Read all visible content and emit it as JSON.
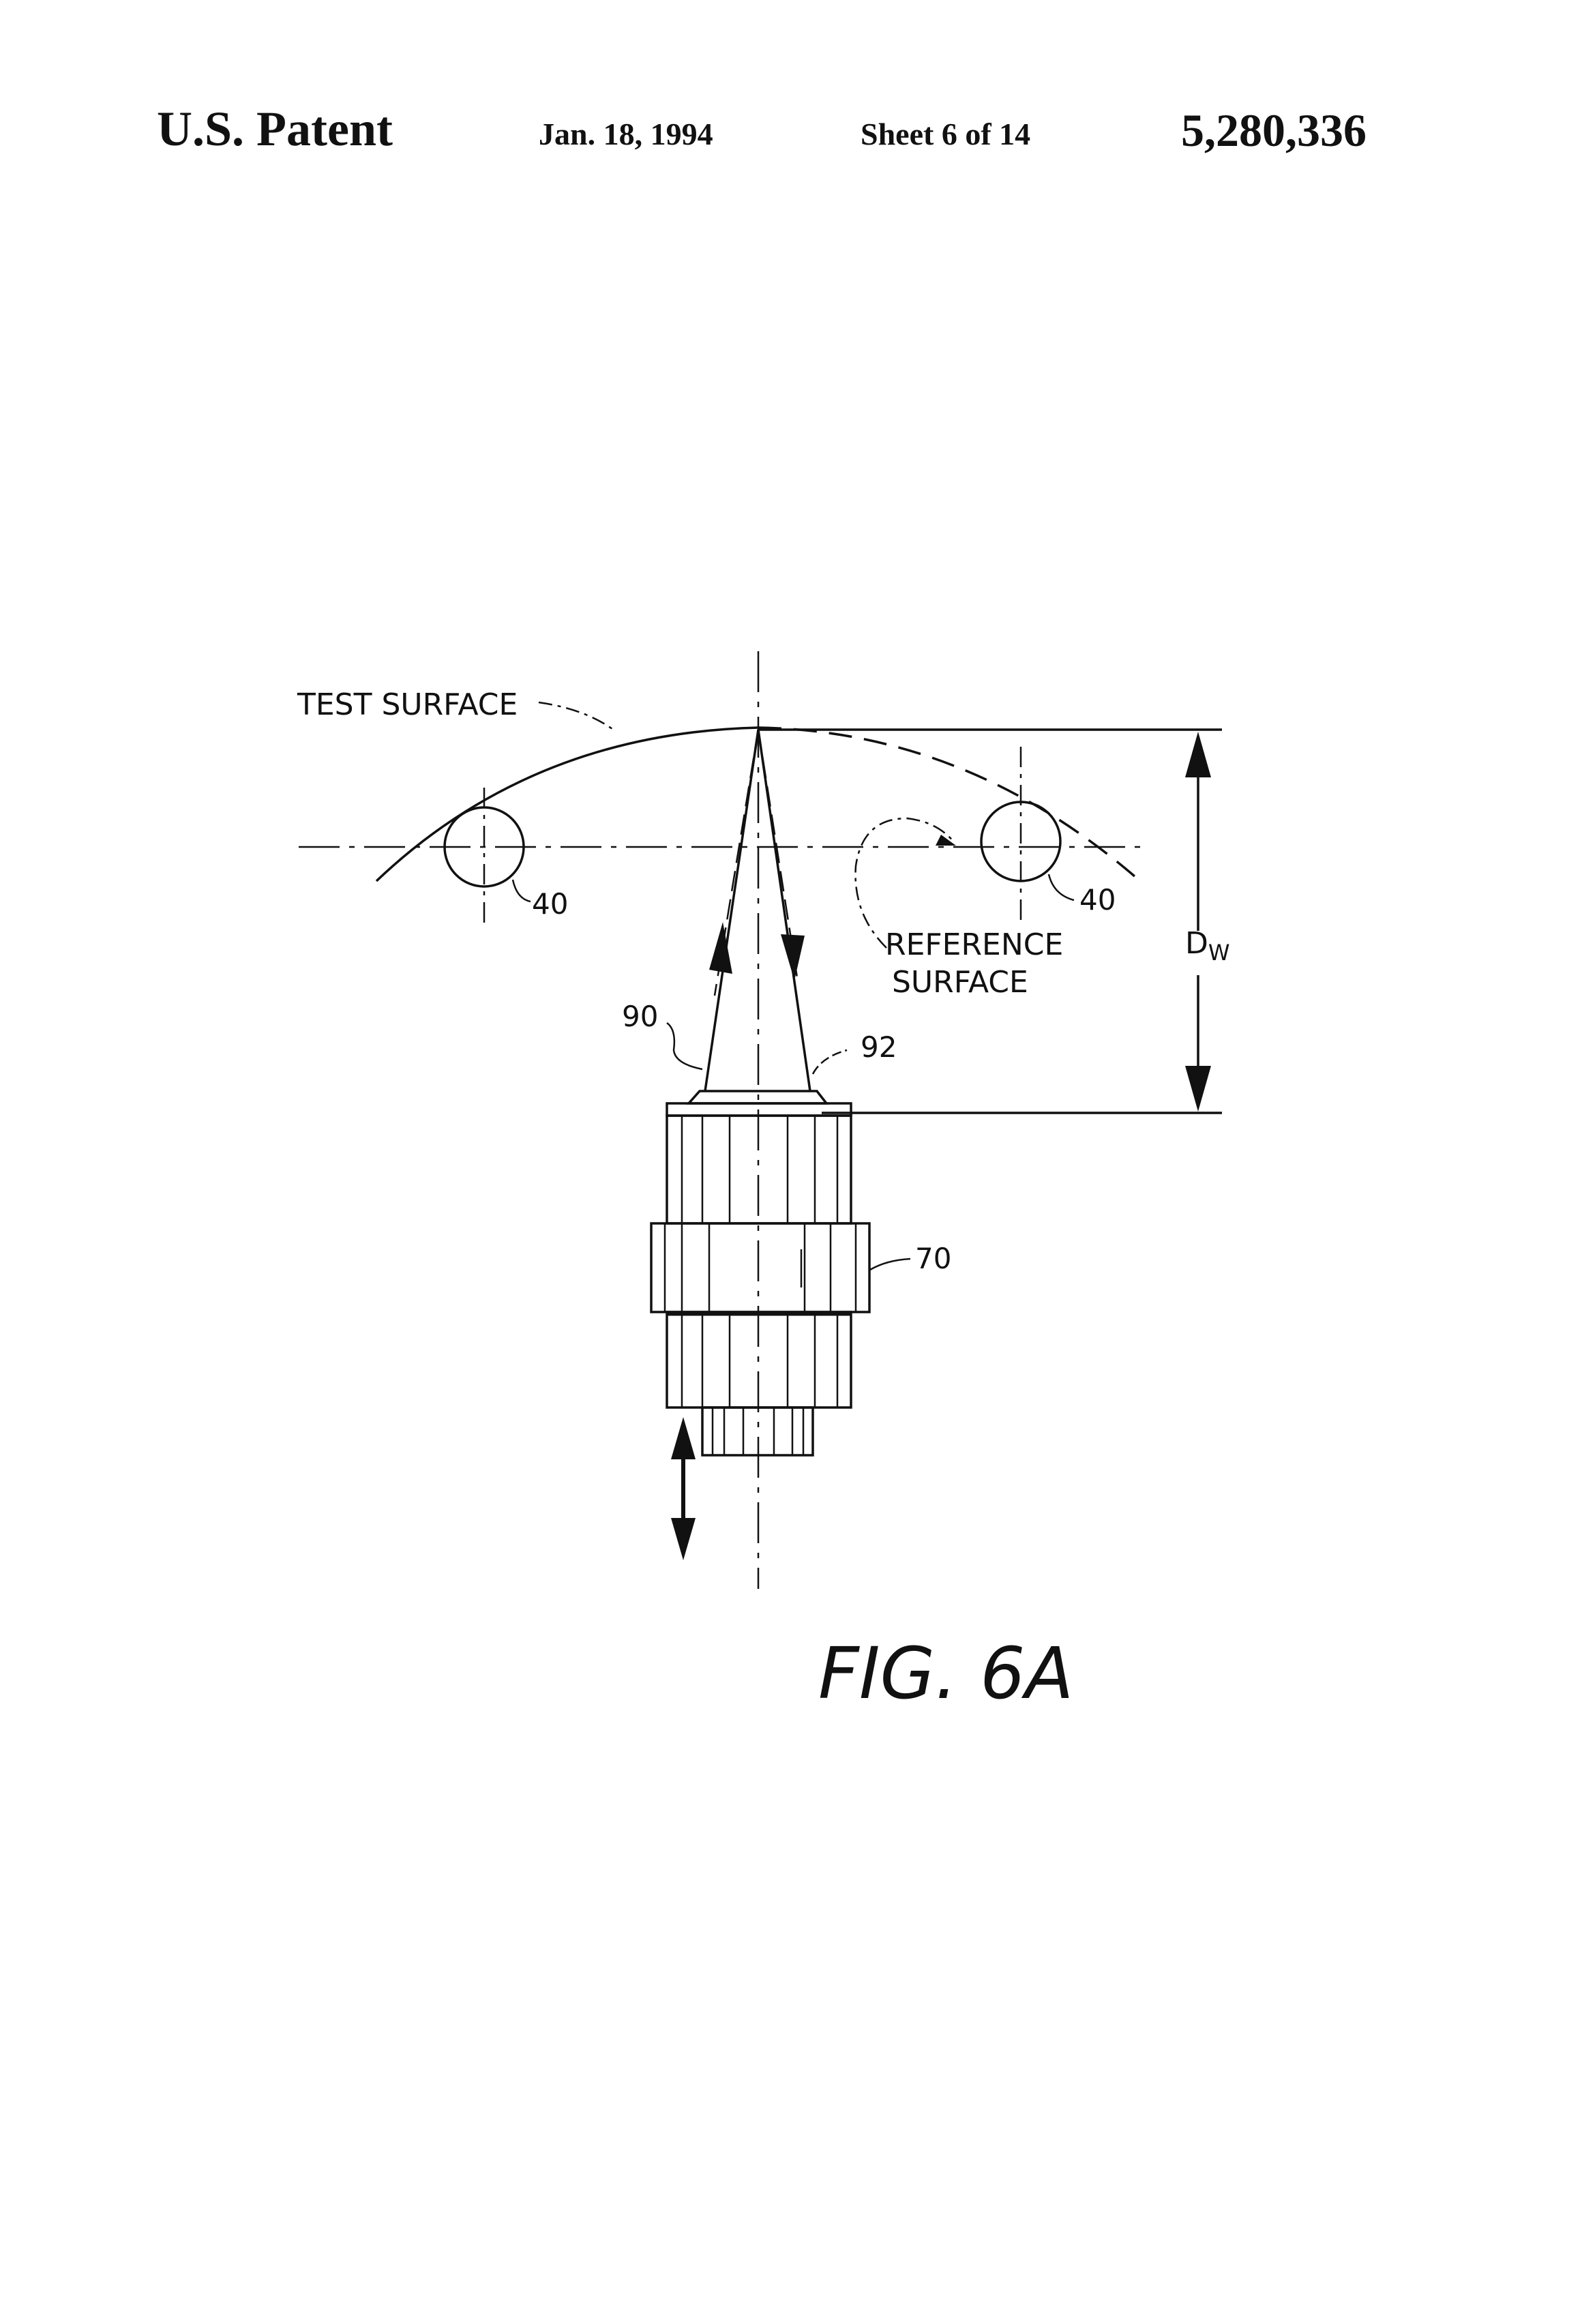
{
  "header": {
    "left": "U.S. Patent",
    "date": "Jan. 18, 1994",
    "sheet": "Sheet 6 of 14",
    "patent_number": "5,280,336"
  },
  "labels": {
    "test_surface": "TEST SURFACE",
    "reference_surface_line1": "REFERENCE",
    "reference_surface_line2": "SURFACE",
    "dw_main": "D",
    "dw_sub": "W"
  },
  "reference_numerals": {
    "ball_left": "40",
    "ball_right": "40",
    "beam_out": "90",
    "beam_return": "92",
    "probe": "70"
  },
  "figure_label": "FIG. 6A"
}
